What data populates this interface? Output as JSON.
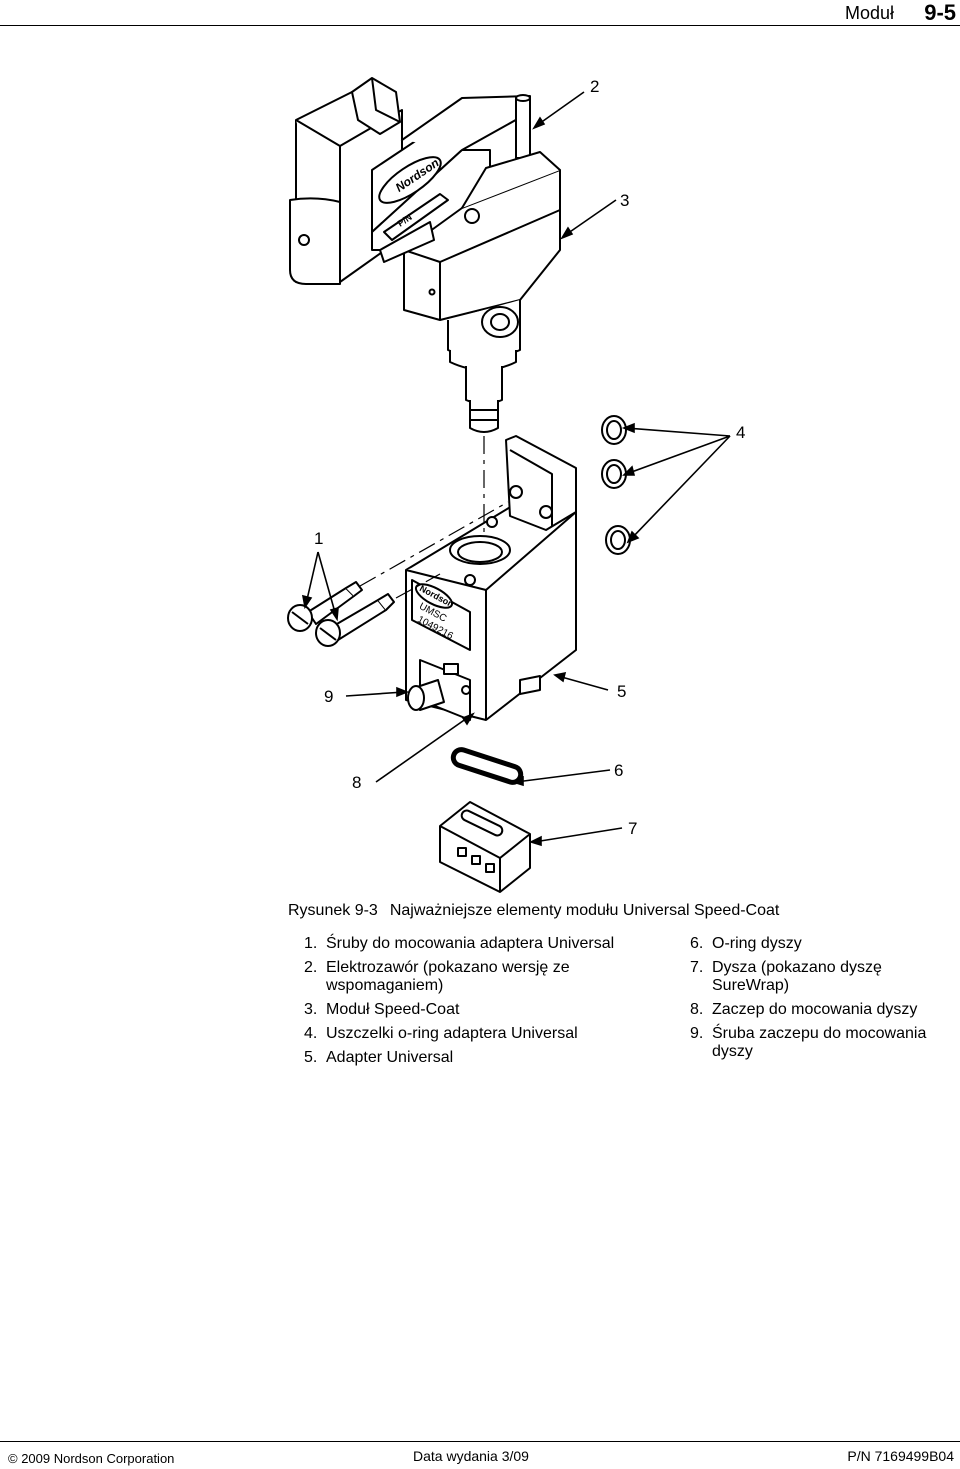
{
  "header": {
    "section": "Moduł",
    "page": "9-5"
  },
  "figure": {
    "callouts": [
      "1",
      "2",
      "3",
      "4",
      "5",
      "6",
      "7",
      "8",
      "9"
    ],
    "logo_text": "Nordson",
    "valve_pn": "P/N",
    "adapter_model": "UMSC",
    "adapter_pn": "1049216"
  },
  "caption": {
    "number": "Rysunek 9-3",
    "title": "Najważniejsze elementy modułu Universal Speed-Coat"
  },
  "legend": {
    "left": [
      {
        "num": "1.",
        "text": "Śruby do mocowania adaptera Universal"
      },
      {
        "num": "2.",
        "text": "Elektrozawór (pokazano wersję ze wspomaganiem)"
      },
      {
        "num": "3.",
        "text": "Moduł Speed-Coat"
      },
      {
        "num": "4.",
        "text": "Uszczelki o-ring adaptera Universal"
      },
      {
        "num": "5.",
        "text": "Adapter Universal"
      }
    ],
    "right": [
      {
        "num": "6.",
        "text": "O-ring dyszy"
      },
      {
        "num": "7.",
        "text": "Dysza (pokazano dyszę SureWrap)"
      },
      {
        "num": "8.",
        "text": "Zaczep do mocowania dyszy"
      },
      {
        "num": "9.",
        "text": "Śruba zaczepu do mocowania dyszy"
      }
    ]
  },
  "footer": {
    "copyright": "© 2009 Nordson Corporation",
    "date": "Data wydania 3/09",
    "pn": "P/N 7169499B04"
  }
}
